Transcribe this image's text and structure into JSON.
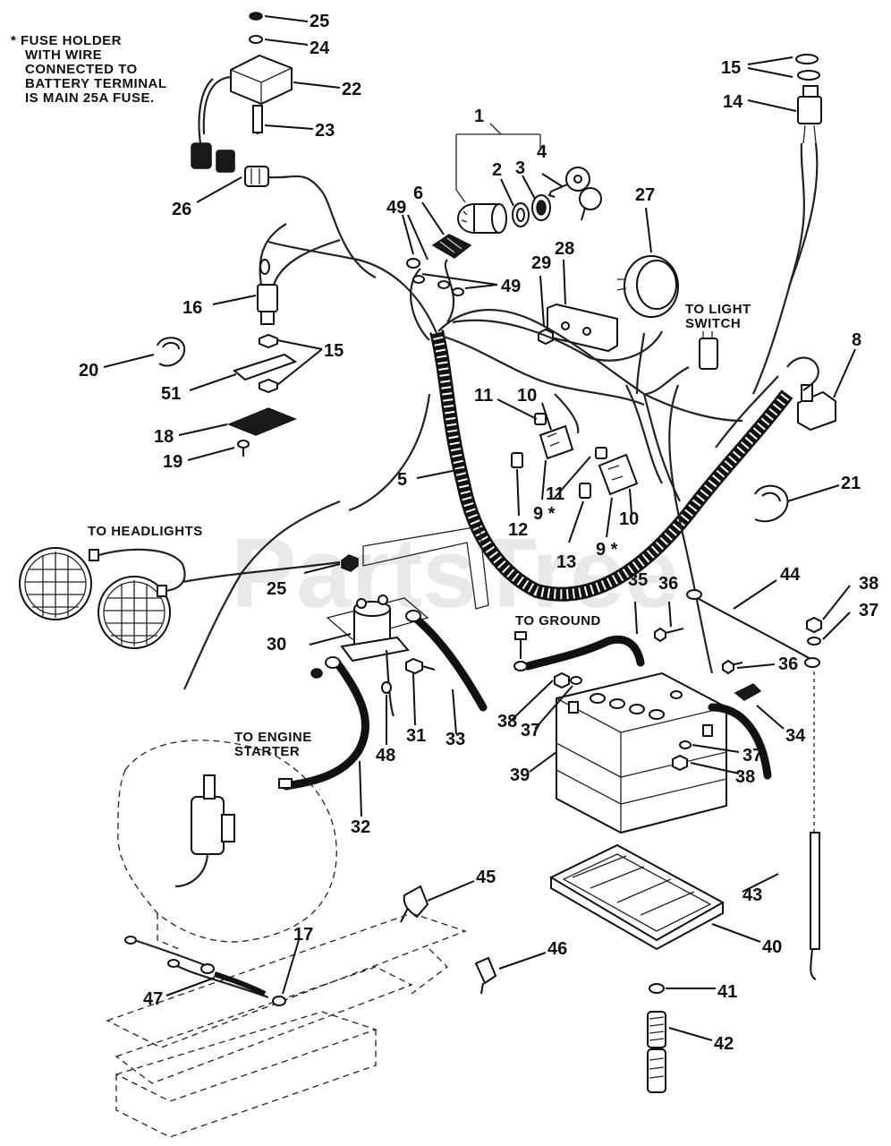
{
  "notes": {
    "fuse_holder_note": [
      "* FUSE HOLDER",
      "WITH WIRE",
      "CONNECTED TO",
      "BATTERY TERMINAL",
      "IS MAIN 25A  FUSE."
    ],
    "to_light_switch": [
      "TO LIGHT",
      "SWITCH"
    ],
    "to_headlights": "TO HEADLIGHTS",
    "to_ground": "TO GROUND",
    "to_engine_starter": [
      "TO ENGINE",
      "STARTER"
    ]
  },
  "watermark": {
    "text": "PartsTree",
    "tm": "TM"
  },
  "callouts": [
    "25",
    "24",
    "22",
    "23",
    "26",
    "1",
    "2",
    "3",
    "4",
    "27",
    "15",
    "14",
    "6",
    "49",
    "49",
    "28",
    "29",
    "16",
    "15",
    "20",
    "51",
    "18",
    "19",
    "8",
    "11",
    "10",
    "5",
    "12",
    "9 *",
    "11",
    "13",
    "9 *",
    "10",
    "21",
    "35",
    "36",
    "25",
    "44",
    "38",
    "37",
    "30",
    "36",
    "38",
    "37",
    "34",
    "31",
    "33",
    "48",
    "37",
    "39",
    "38",
    "32",
    "45",
    "43",
    "46",
    "40",
    "17",
    "47",
    "41",
    "42"
  ]
}
